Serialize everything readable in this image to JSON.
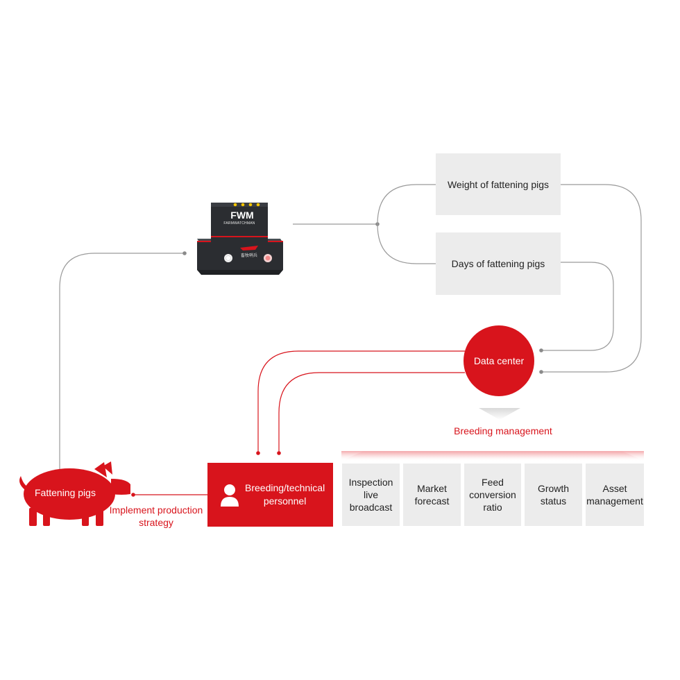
{
  "nodes": {
    "weight": "Weight of fattening pigs",
    "days": "Days of fattening pigs",
    "data_center": "Data center",
    "breeding_management": "Breeding management",
    "personnel": "Breeding/technical\npersonnel",
    "pig": "Fattening pigs",
    "strategy": "Implement production\nstrategy"
  },
  "device": {
    "logo": "FWM",
    "brand": "FARMWATCHMAN",
    "cn_text": "畜牧哨兵"
  },
  "metrics": [
    "Inspection live\nbroadcast",
    "Market\nforecast",
    "Feed\nconversion\nratio",
    "Growth\nstatus",
    "Asset\nmanagement"
  ],
  "colors": {
    "accent_red": "#d8141c",
    "box_gray": "#ececec",
    "line_gray": "#9a9a9a",
    "device_dark": "#2b2d31"
  },
  "icons": [
    "person-icon",
    "pig-icon",
    "device-image"
  ]
}
